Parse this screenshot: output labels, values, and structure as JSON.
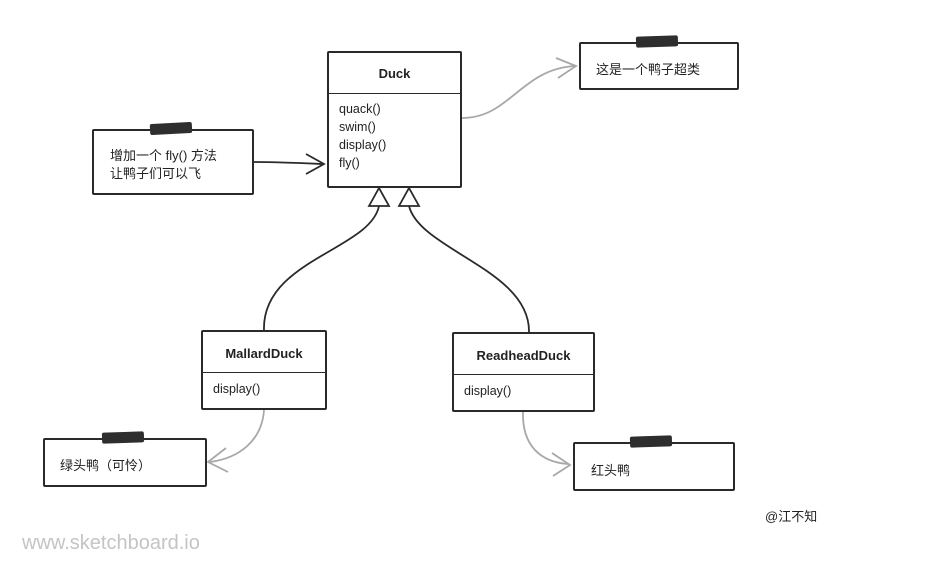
{
  "classes": {
    "duck": {
      "name": "Duck",
      "methods": [
        "quack()",
        "swim()",
        "display()",
        "fly()"
      ]
    },
    "mallard": {
      "name": "MallardDuck",
      "methods": [
        "display()"
      ]
    },
    "readhead": {
      "name": "ReadheadDuck",
      "methods": [
        "display()"
      ]
    }
  },
  "notes": {
    "superclass": "这是一个鸭子超类",
    "add_fly_line1": "增加一个 fly() 方法",
    "add_fly_line2": "让鸭子们可以飞",
    "mallard": "绿头鸭（可怜）",
    "readhead": "红头鸭"
  },
  "footer": {
    "watermark": "www.sketchboard.io",
    "author": "@江不知"
  },
  "colors": {
    "stroke": "#2a2a2a",
    "connector": "#a8a8a8",
    "watermark": "#c4c4c4"
  }
}
